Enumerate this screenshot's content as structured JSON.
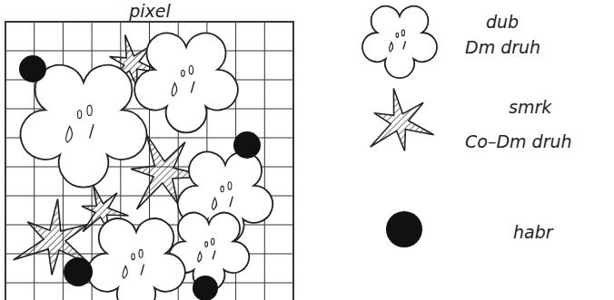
{
  "diagram": {
    "labels": [
      "pixel",
      "Dm druh",
      "Co–Dm druh"
    ],
    "legend": [
      {
        "text": "dub"
      },
      {
        "text": "smrk"
      },
      {
        "text": "habr"
      }
    ]
  }
}
